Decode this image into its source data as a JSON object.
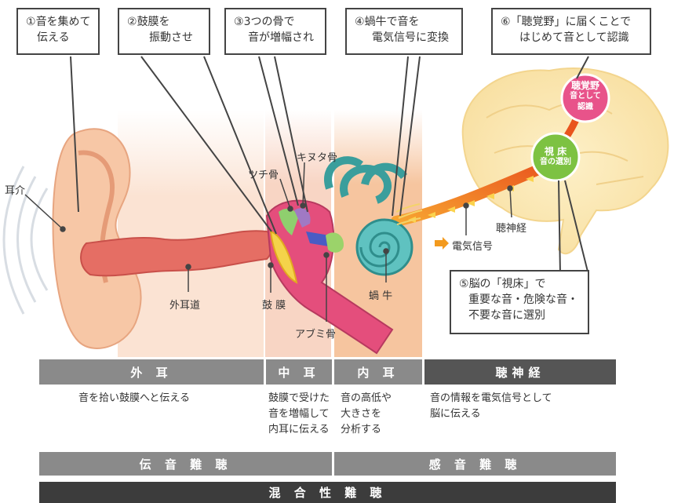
{
  "callouts": [
    {
      "num": "①",
      "line1": "音を集めて",
      "line2": "伝える"
    },
    {
      "num": "②",
      "line1": "鼓膜を",
      "line2": "振動させ"
    },
    {
      "num": "③",
      "line1": "3つの骨で",
      "line2": "音が増幅され"
    },
    {
      "num": "④",
      "line1": "蝸牛で音を",
      "line2": "電気信号に変換"
    },
    {
      "num": "⑥",
      "line1": "「聴覚野」に届くことで",
      "line2": "はじめて音として認識"
    },
    {
      "num": "⑤",
      "line1": "脳の「視床」で",
      "line2": "重要な音・危険な音・",
      "line3": "不要な音に選別"
    }
  ],
  "labels": {
    "ear": "耳介",
    "canal": "外耳道",
    "eardrum": "鼓 膜",
    "hammer": "ツチ骨",
    "anvil": "キヌタ骨",
    "stirrup": "アブミ骨",
    "cochlea": "蝸 牛",
    "nerve": "聴神経",
    "signal": "電気信号"
  },
  "brain": {
    "auditory_cortex": [
      "聴覚野",
      "音として",
      "認識"
    ],
    "thalamus": [
      "視 床",
      "音の選別"
    ]
  },
  "sections": [
    {
      "name": "外 耳",
      "desc": [
        "音を拾い鼓膜へと伝える"
      ]
    },
    {
      "name": "中 耳",
      "desc": [
        "鼓膜で受けた",
        "音を増幅して",
        "内耳に伝える"
      ]
    },
    {
      "name": "内 耳",
      "desc": [
        "音の高低や",
        "大きさを",
        "分析する"
      ]
    },
    {
      "name": "聴神経",
      "desc": [
        "音の情報を電気信号として",
        "脳に伝える"
      ]
    }
  ],
  "hearing_loss": {
    "conductive": "伝 音 難 聴",
    "sensorineural": "感 音 難 聴",
    "mixed": "混 合 性 難 聴"
  },
  "colors": {
    "bar_dark": "#8a8a8a",
    "bar_darker": "#555555",
    "mixed_bar": "#3c3c3c",
    "signal_orange": "#f39a1e",
    "thalamus_green": "#7dc242",
    "cortex_pink": "#e8538a"
  }
}
